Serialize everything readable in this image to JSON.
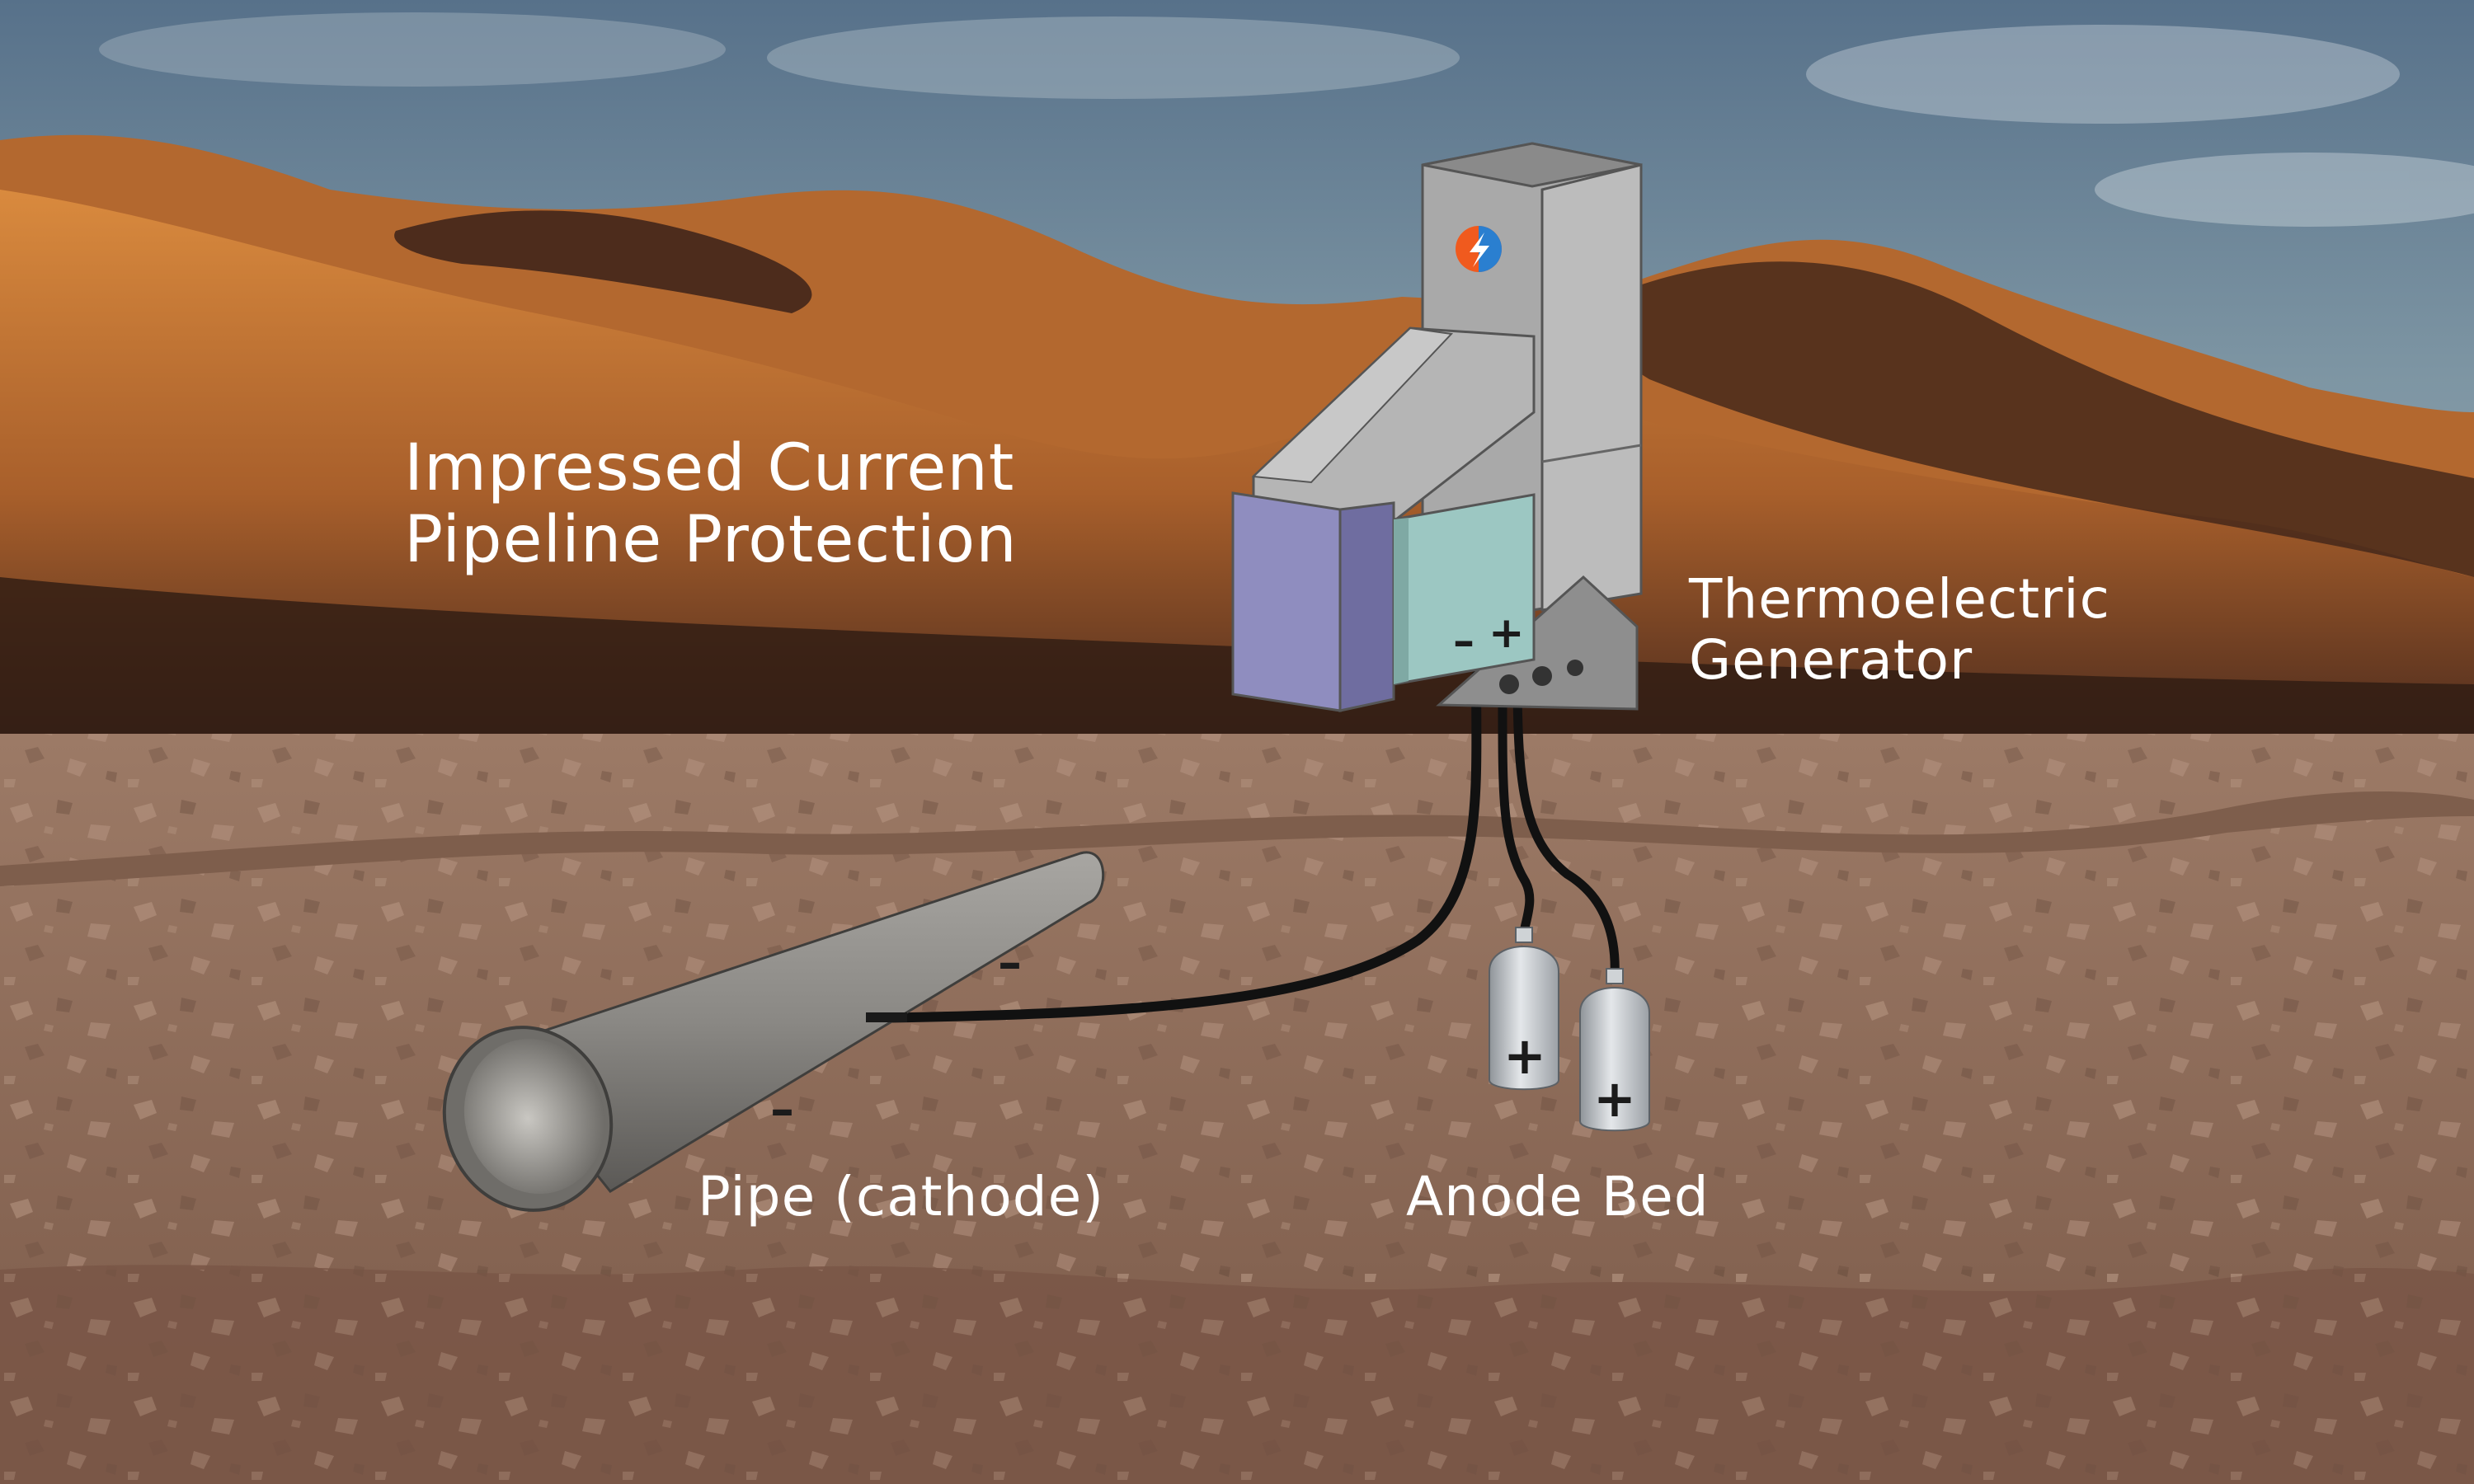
{
  "title": {
    "line1": "Impressed Current",
    "line2": "Pipeline Protection"
  },
  "generator_label": {
    "line1": "Thermoelectric",
    "line2": "Generator"
  },
  "pipe_label": "Pipe (cathode)",
  "anode_label": "Anode Bed",
  "signs": {
    "negative": "–",
    "positive": "+"
  },
  "icons": {
    "logo": "lightning-bolt-logo-icon"
  },
  "colors": {
    "sky": "#6f8a9b",
    "dune": "#c87a35",
    "dune_shadow": "#3a2218",
    "soil": "#94725f",
    "soil_dark": "#7d5d4b",
    "pipe": "#8c8a86",
    "teg_body": "#a7a7a7",
    "teg_panel": "#9cc7c2",
    "teg_side": "#8d8bbd",
    "anode": "#c9cdd1",
    "logo_orange": "#f05a1e",
    "logo_blue": "#2a7fd0"
  }
}
